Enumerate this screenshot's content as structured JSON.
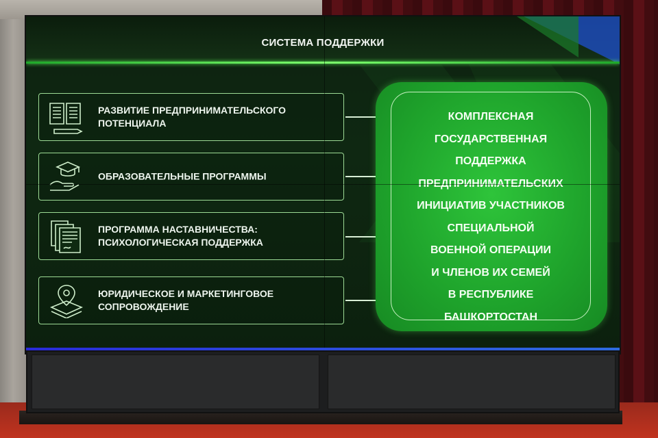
{
  "slide": {
    "title": "СИСТЕМА ПОДДЕРЖКИ",
    "items": [
      {
        "icon": "book-pencil-icon",
        "lines": [
          "РАЗВИТИЕ ПРЕДПРИНИМАТЕЛЬСКОГО",
          "ПОТЕНЦИАЛА"
        ]
      },
      {
        "icon": "graduation-hand-icon",
        "lines": [
          "ОБРАЗОВАТЕЛЬНЫЕ ПРОГРАММЫ"
        ]
      },
      {
        "icon": "documents-icon",
        "lines": [
          "ПРОГРАММА НАСТАВНИЧЕСТВА:",
          "ПСИХОЛОГИЧЕСКАЯ ПОДДЕРЖКА"
        ]
      },
      {
        "icon": "map-pin-icon",
        "lines": [
          "ЮРИДИЧЕСКОЕ И МАРКЕТИНГОВОЕ",
          "СОПРОВОЖДЕНИЕ"
        ]
      }
    ],
    "panel_lines": [
      "КОМПЛЕКСНАЯ",
      "ГОСУДАРСТВЕННАЯ",
      "ПОДДЕРЖКА",
      "ПРЕДПРИНИМАТЕЛЬСКИХ",
      "ИНИЦИАТИВ УЧАСТНИКОВ",
      "СПЕЦИАЛЬНОЙ",
      "ВОЕННОЙ ОПЕРАЦИИ",
      "И ЧЛЕНОВ ИХ СЕМЕЙ",
      "В РЕСПУБЛИКЕ",
      "БАШКОРТОСТАН"
    ]
  },
  "colors": {
    "accent_green": "#1ea22b",
    "line_green": "#7dff6d",
    "corner_blue": "#1d4bb8"
  }
}
